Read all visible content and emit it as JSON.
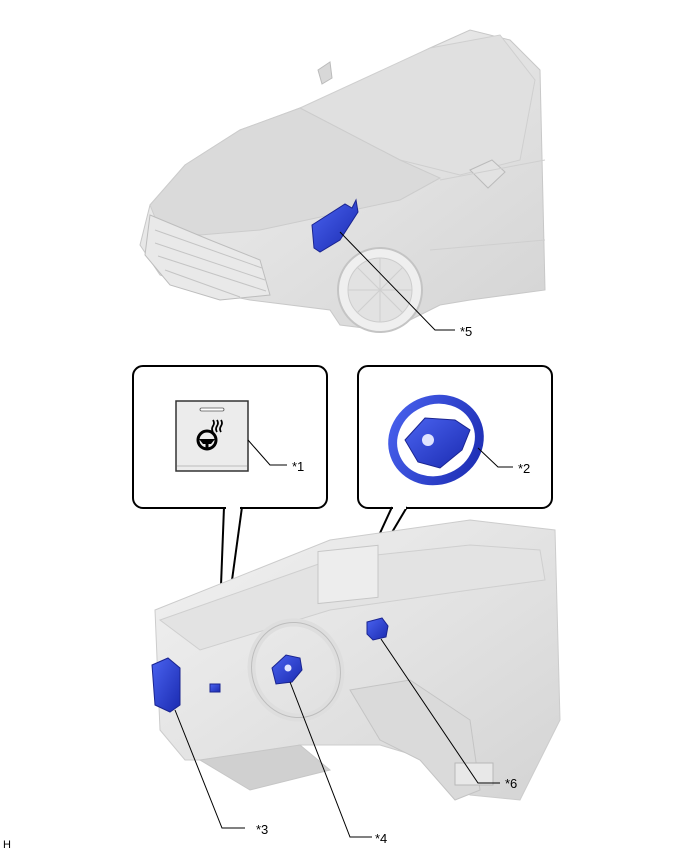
{
  "diagram": {
    "type": "component_location_diagram",
    "sheet_code": "H",
    "callouts": [
      {
        "id": "*1",
        "label": "*1",
        "depicts": "steering wheel heater switch"
      },
      {
        "id": "*2",
        "label": "*2",
        "depicts": "steering wheel assembly"
      },
      {
        "id": "*3",
        "label": "*3",
        "depicts": "body control module / ECU (left of dash)"
      },
      {
        "id": "*4",
        "label": "*4",
        "depicts": "spiral cable sub-assembly"
      },
      {
        "id": "*5",
        "label": "*5",
        "depicts": "ECU in front fender / engine compartment"
      },
      {
        "id": "*6",
        "label": "*6",
        "depicts": "module behind center console/instrument panel"
      }
    ],
    "views": [
      {
        "name": "vehicle-front-exterior",
        "callouts": [
          "*5"
        ]
      },
      {
        "name": "detail-switch-panel",
        "callouts": [
          "*1"
        ]
      },
      {
        "name": "detail-steering-wheel",
        "callouts": [
          "*2"
        ]
      },
      {
        "name": "vehicle-interior-dashboard",
        "callouts": [
          "*3",
          "*4",
          "*6"
        ]
      }
    ],
    "colors": {
      "highlight_part": "#2a3fd0",
      "body_gray": "#e4e4e4",
      "line": "#000000",
      "background": "#ffffff"
    }
  }
}
